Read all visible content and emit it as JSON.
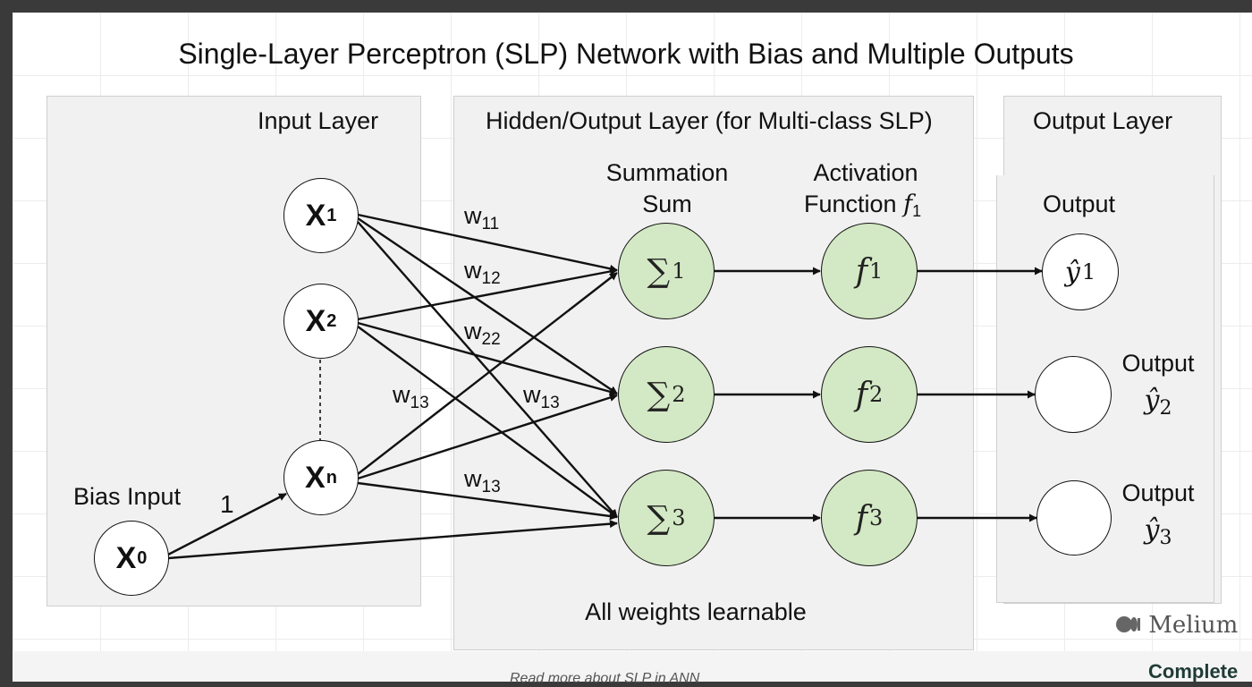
{
  "title": "Single-Layer Perceptron (SLP) Network with Bias and Multiple Outputs",
  "panels": {
    "input": "Input Layer",
    "hidden": "Hidden/Output Layer (for Multi-class SLP)",
    "output": "Output Layer"
  },
  "columns": {
    "summation_line1": "Summation",
    "summation_line2": "Sum",
    "activation_line1": "Activation",
    "activation_line2": "Function",
    "activation_symbol": "f",
    "activation_sub": "1",
    "output_heading": "Output"
  },
  "inputs": [
    {
      "symbol": "X",
      "sub": "1"
    },
    {
      "symbol": "X",
      "sub": "2"
    },
    {
      "symbol": "X",
      "sub": "n"
    }
  ],
  "bias": {
    "label": "Bias Input",
    "symbol": "X",
    "sub": "0",
    "weight": "1"
  },
  "sums": [
    {
      "symbol": "∑",
      "sub": "1"
    },
    {
      "symbol": "∑",
      "sub": "2"
    },
    {
      "symbol": "∑",
      "sub": "3"
    }
  ],
  "activations": [
    {
      "symbol": "f",
      "sub": "1"
    },
    {
      "symbol": "f",
      "sub": "2"
    },
    {
      "symbol": "f",
      "sub": "3"
    }
  ],
  "outputs": [
    {
      "symbol": "ŷ",
      "sub": "1",
      "label": ""
    },
    {
      "symbol": "ŷ",
      "sub": "2",
      "label": "Output"
    },
    {
      "symbol": "ŷ",
      "sub": "3",
      "label": "Output"
    }
  ],
  "weights": [
    {
      "w": "w",
      "sub": "11"
    },
    {
      "w": "w",
      "sub": "12"
    },
    {
      "w": "w",
      "sub": "22"
    },
    {
      "w": "w",
      "sub": "13"
    },
    {
      "w": "w",
      "sub": "13"
    },
    {
      "w": "w",
      "sub": "13"
    }
  ],
  "footer": "All weights learnable",
  "watermark": "Melium",
  "below": {
    "caption": "Read more about SLP in ANN",
    "side": "Complete"
  },
  "colors": {
    "node_green": "#d3e8c4",
    "panel": "#f1f1f1",
    "stroke": "#111111"
  }
}
